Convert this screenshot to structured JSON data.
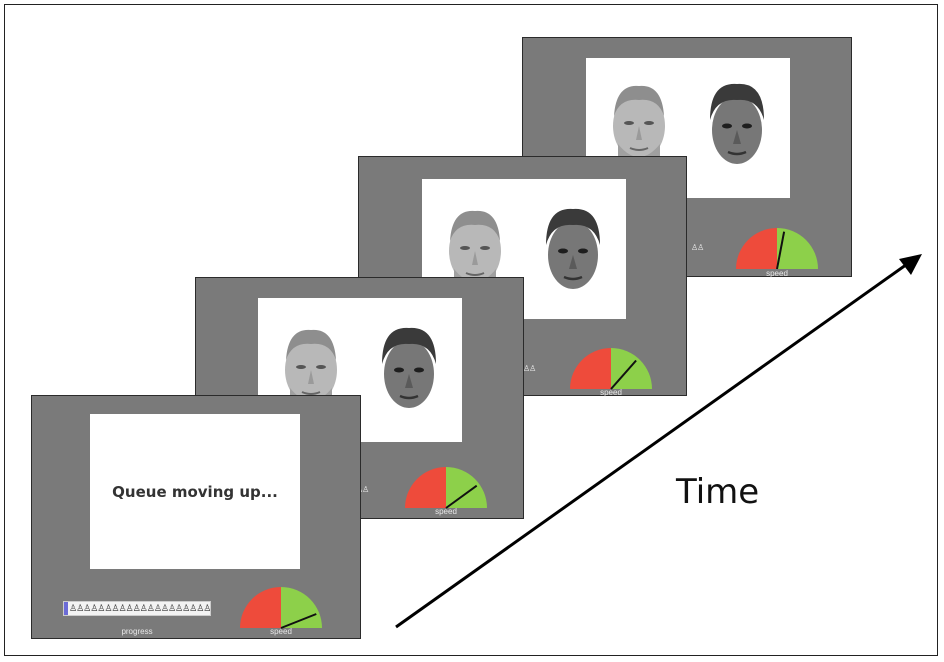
{
  "figure": {
    "time_label": "Time"
  },
  "panels": [
    {
      "id": "panel-1",
      "screen_text": "Queue moving up...",
      "progress_label": "progress",
      "speed_label": "speed",
      "progress_fraction": 0.03,
      "gauge_fraction": 0.88
    },
    {
      "id": "panel-2",
      "speed_label": "speed",
      "faces": [
        "blond-male-face",
        "dark-haired-male-face"
      ],
      "gauge_fraction": 0.8
    },
    {
      "id": "panel-3",
      "speed_label": "speed",
      "faces": [
        "blond-male-face",
        "dark-haired-male-face"
      ],
      "gauge_fraction": 0.73
    },
    {
      "id": "panel-4",
      "speed_label": "speed",
      "faces": [
        "blond-male-face",
        "dark-haired-male-face"
      ],
      "gauge_fraction": 0.56
    }
  ],
  "colors": {
    "panel_gray": "#7a7a7a",
    "gauge_red": "#ee4b3b",
    "gauge_green": "#8dd04a",
    "progress_blue": "#6b6bd6"
  }
}
